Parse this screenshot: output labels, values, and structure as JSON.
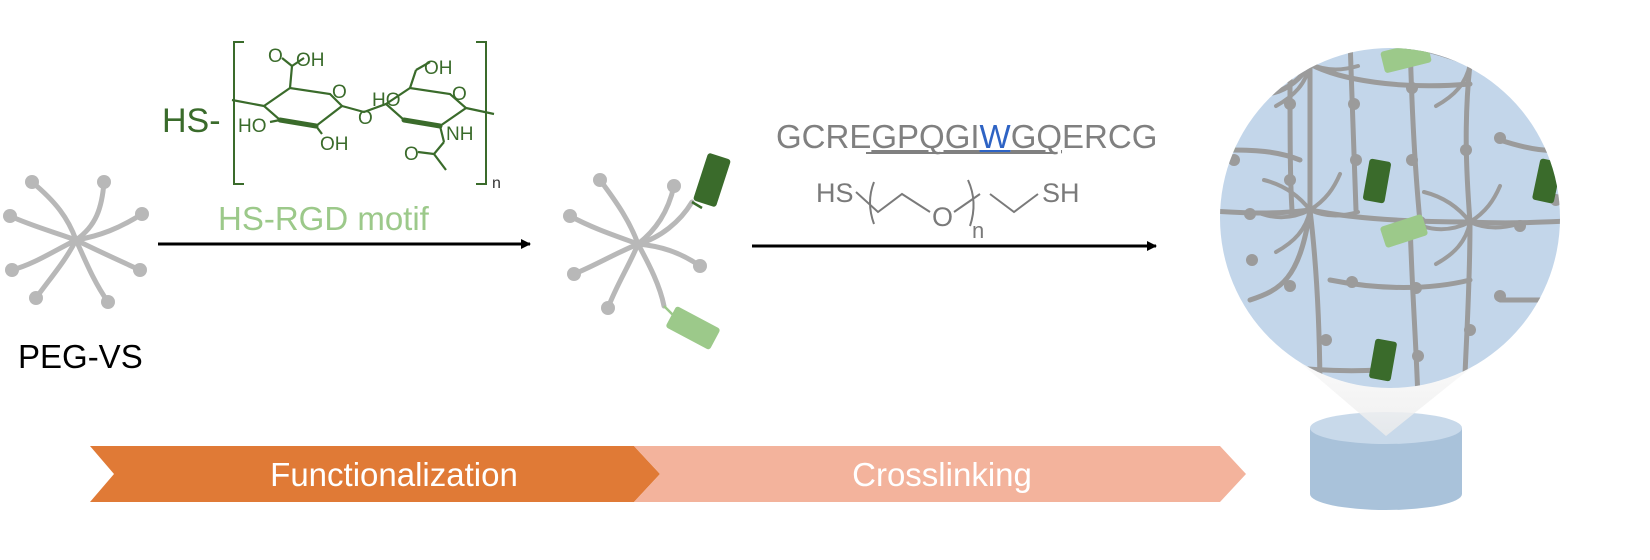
{
  "labels": {
    "peg_vs": "PEG-VS",
    "hs_prefix": "HS-",
    "hs_rgd": "HS-RGD motif",
    "n_polymer": "n",
    "functionalization": "Functionalization",
    "crosslinking": "Crosslinking"
  },
  "peptide": {
    "prefix": "GCRE",
    "underlined_pre": "GPQGI",
    "highlight": "W",
    "underlined_post": "GQ",
    "suffix": "ERCG"
  },
  "dithiol": {
    "hs_left": "HS",
    "oxygen": "O",
    "n": "n",
    "sh_right": "SH"
  },
  "sugar_atoms": {
    "oh_carboxyl": "OH",
    "o_carboxyl": "O",
    "ho_left": "HO",
    "oh_bottom": "OH",
    "o_glycosidic": "O",
    "o_ring1": "O",
    "ho_second": "HO",
    "oh_top": "OH",
    "o_ring2": "O",
    "nh": "NH",
    "o_acetyl": "O"
  },
  "colors": {
    "dark_green": "#3a6b2b",
    "light_green": "#9cc98a",
    "peg_gray": "#b8b8b8",
    "func_orange": "#e07a36",
    "cross_salmon": "#f3b39c",
    "hydrogel_blue": "#c3d6ea",
    "trp_blue": "#2e63c4",
    "peptide_gray": "#808080"
  }
}
